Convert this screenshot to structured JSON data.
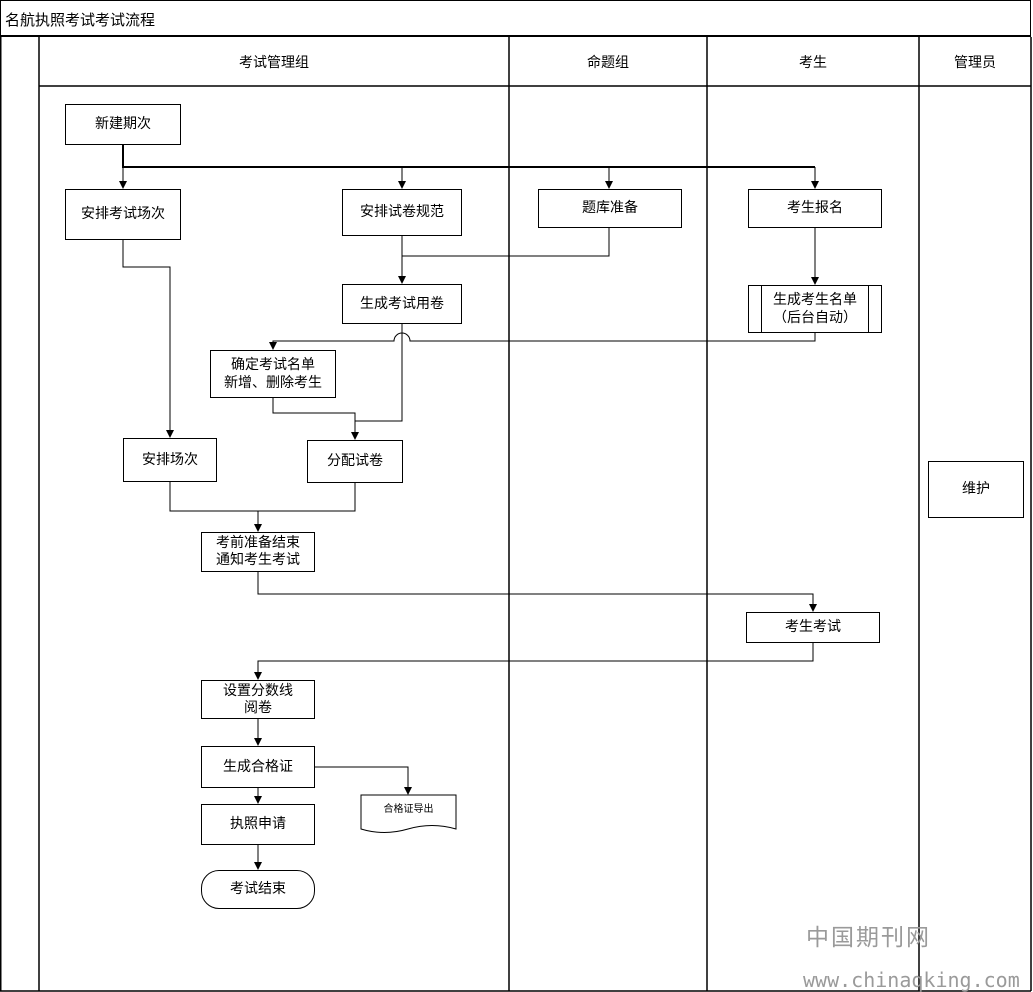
{
  "diagram": {
    "title": "名航执照考试考试流程",
    "lanes": [
      "考试管理组",
      "命题组",
      "考生",
      "管理员"
    ],
    "nodes": {
      "new_period": "新建期次",
      "arrange_sessions": "安排考试场次",
      "arrange_paper_spec": "安排试卷规范",
      "question_bank": "题库准备",
      "candidate_register": "考生报名",
      "generate_paper": "生成考试用卷",
      "candidate_list_l1": "生成考生名单",
      "candidate_list_l2": "（后台自动）",
      "confirm_list_l1": "确定考试名单",
      "confirm_list_l2": "新增、删除考生",
      "arrange_room": "安排场次",
      "assign_paper": "分配试卷",
      "prep_done_l1": "考前准备结束",
      "prep_done_l2": "通知考生考试",
      "candidate_exam": "考生考试",
      "set_score_l1": "设置分数线",
      "set_score_l2": "阅卷",
      "gen_certificate": "生成合格证",
      "cert_export": "合格证导出",
      "license_apply": "执照申请",
      "exam_end": "考试结束",
      "maintain": "维护"
    }
  },
  "watermark": {
    "cn": "中国期刊网",
    "url": "www.chinaqking.com"
  }
}
